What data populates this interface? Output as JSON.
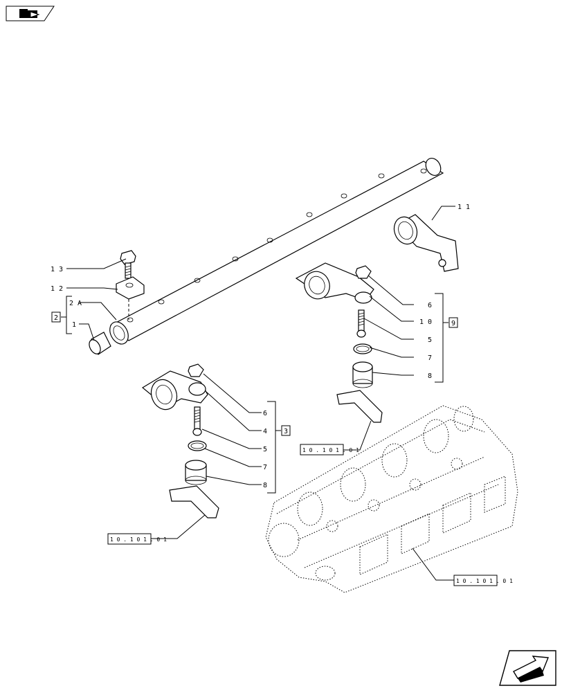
{
  "callouts": {
    "c13": "1 3",
    "c12": "1 2",
    "c2a": "2 A",
    "c1": "1",
    "c11": "1 1",
    "r6": "6",
    "r10": "1 0",
    "r5": "5",
    "r7": "7",
    "r8": "8",
    "l6": "6",
    "l4": "4",
    "l5": "5",
    "l7": "7",
    "l8": "8"
  },
  "groups": {
    "g2": "2",
    "g9": "9",
    "g3": "3"
  },
  "refs": {
    "ref_right_pad": "1 0 . 1 0 1 . 0 1",
    "ref_left_pad": "1 0 . 1 0 1 . 0 1",
    "ref_head": "1 0 . 1 0 1 . 0 1"
  },
  "icons": {
    "top_left": "book-arrow-icon",
    "bottom_right": "next-page-arrow-icon"
  }
}
